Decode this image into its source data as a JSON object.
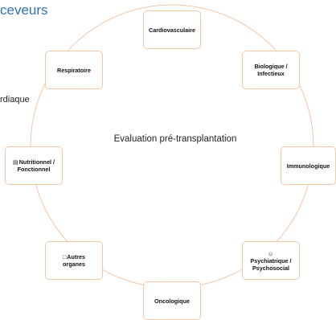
{
  "header": {
    "title": "ceveurs",
    "side_text": "rdiaque"
  },
  "diagram": {
    "center_label": "Evaluation pré-transplantation",
    "nodes": [
      {
        "id": "cardio",
        "label": "Cardiovasculaire",
        "icon": ""
      },
      {
        "id": "bio",
        "label": "Biologique / Infectieux",
        "icon": ""
      },
      {
        "id": "immuno",
        "label": "Immunologique",
        "icon": ""
      },
      {
        "id": "psy",
        "label": "Psychiatrique / Psychosocial",
        "icon": "brain-icon"
      },
      {
        "id": "onco",
        "label": "Oncologique",
        "icon": ""
      },
      {
        "id": "autres",
        "label": "Autres organes",
        "icon": "box-icon"
      },
      {
        "id": "nutri",
        "label": "Nutritionnel / Fonctionnel",
        "icon": "document-icon"
      },
      {
        "id": "resp",
        "label": "Respiratoire",
        "icon": ""
      }
    ]
  },
  "colors": {
    "ring": "#f2c7a7",
    "title": "#2e75b6"
  }
}
